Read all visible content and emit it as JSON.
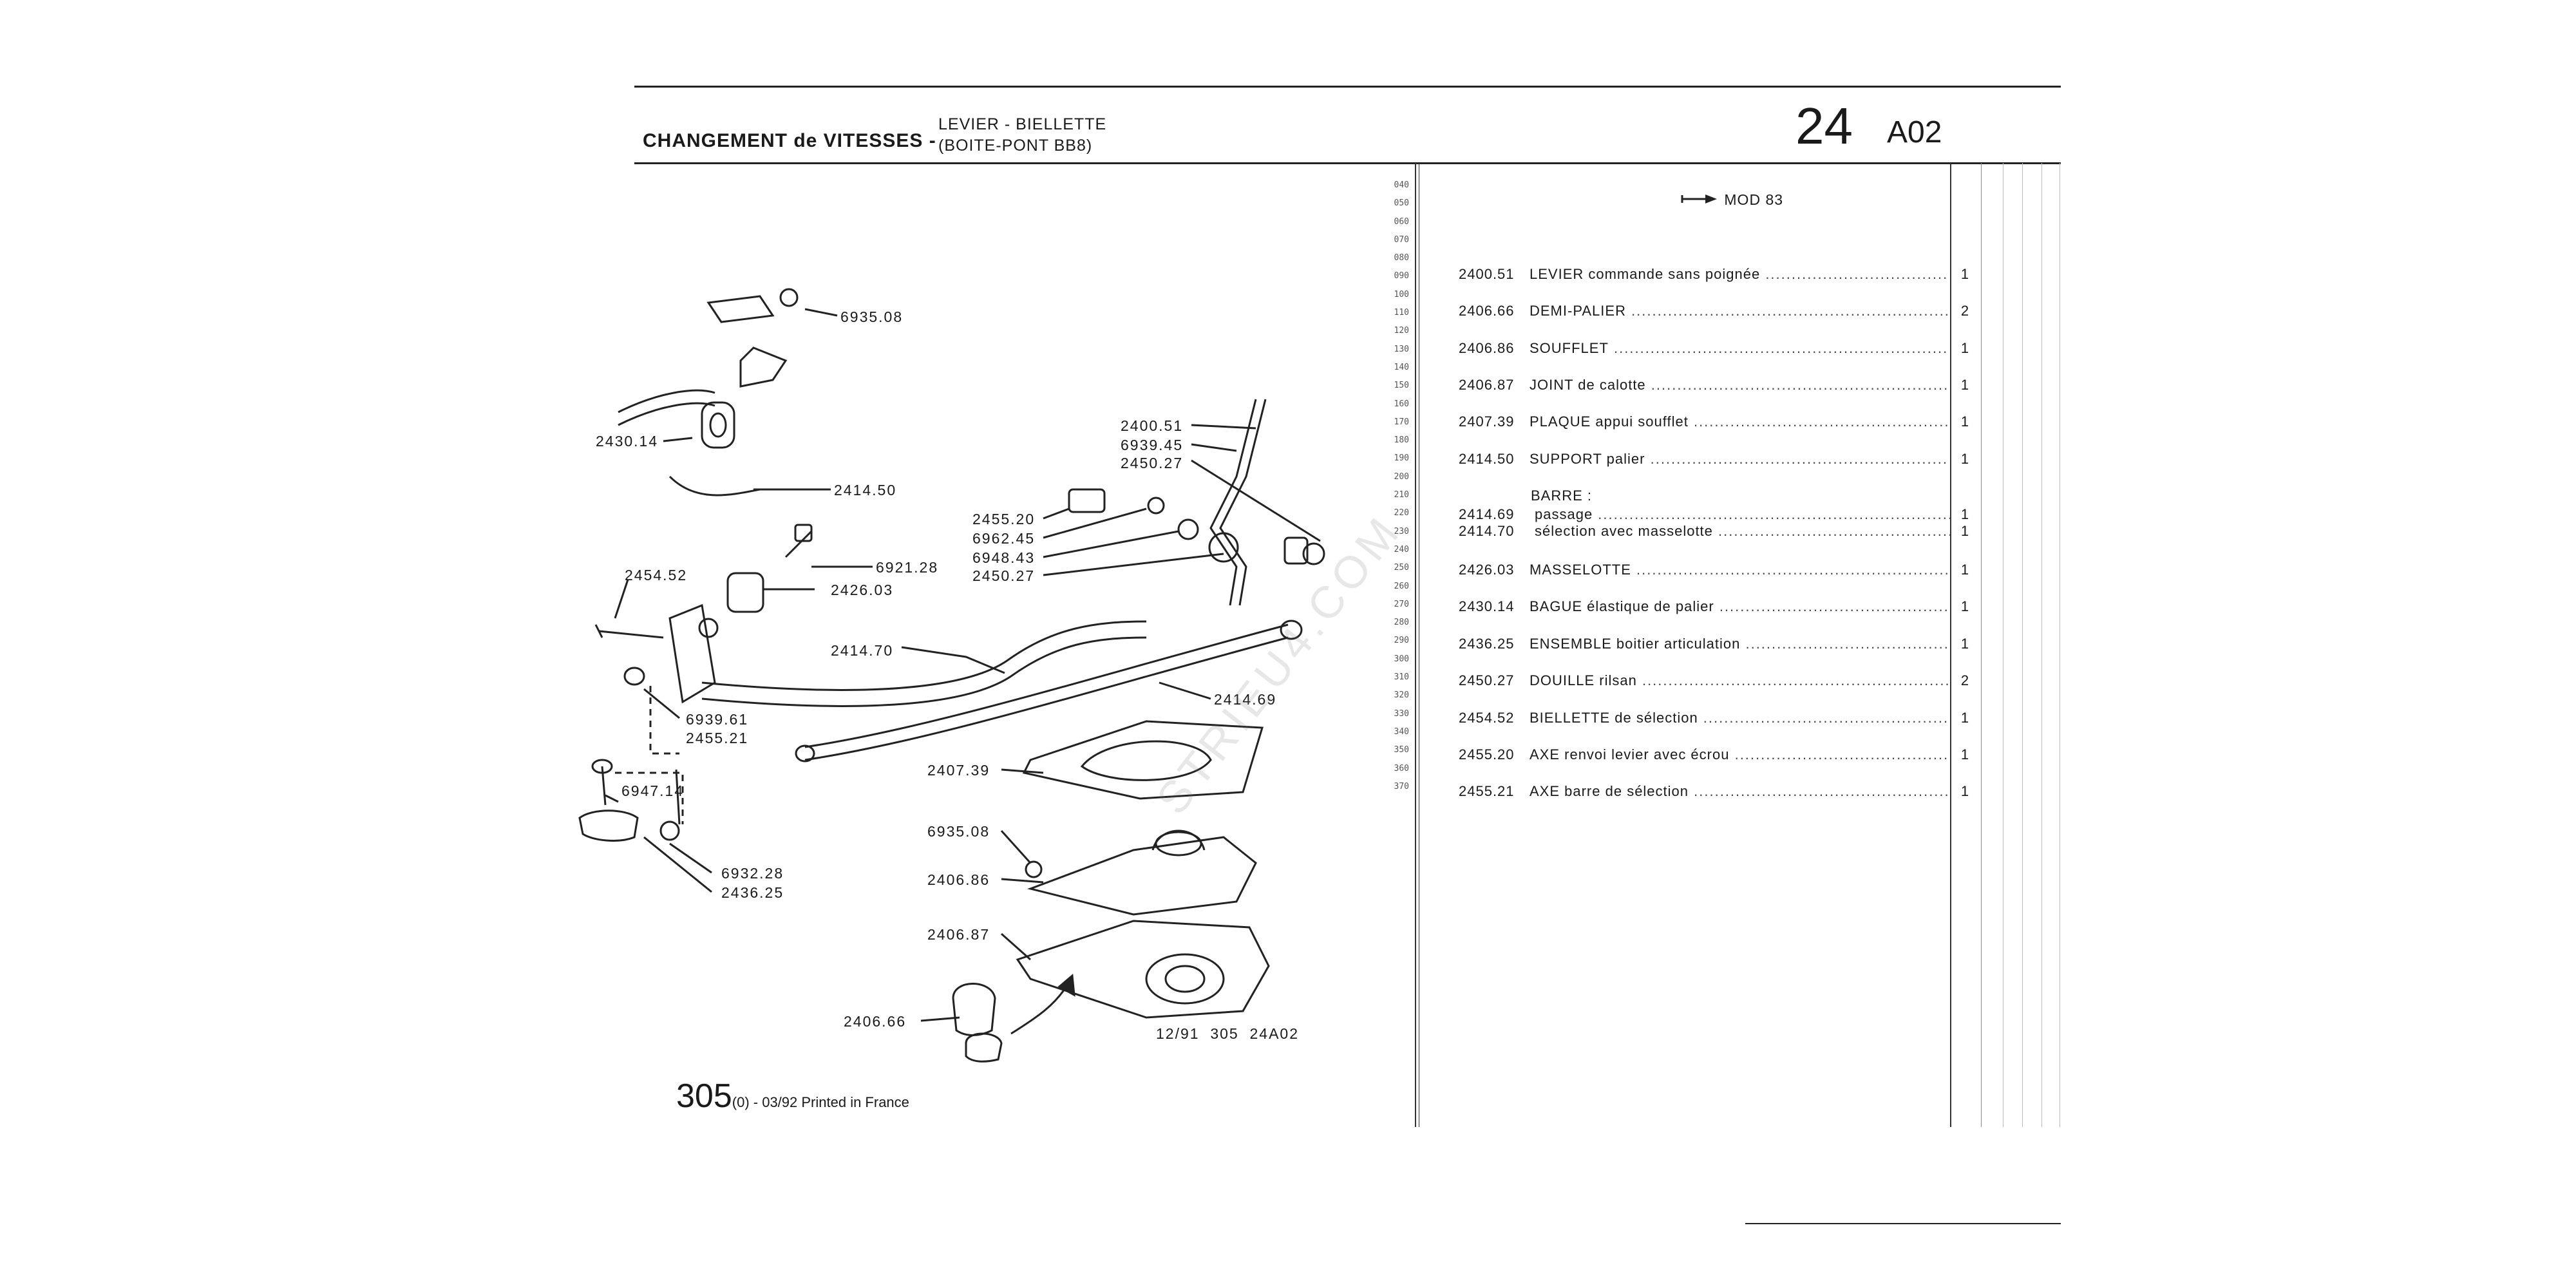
{
  "header": {
    "title_main": "CHANGEMENT de VITESSES -",
    "title_sub_1": "LEVIER - BIELLETTE",
    "title_sub_2": "(BOITE-PONT BB8)",
    "group_number": "24",
    "page_code": "A02"
  },
  "row_numbers": [
    "040",
    "050",
    "060",
    "070",
    "080",
    "090",
    "100",
    "110",
    "120",
    "130",
    "140",
    "150",
    "160",
    "170",
    "180",
    "190",
    "200",
    "210",
    "220",
    "230",
    "240",
    "250",
    "260",
    "270",
    "280",
    "290",
    "300",
    "310",
    "320",
    "330",
    "340",
    "350",
    "360",
    "370"
  ],
  "model_label": "MOD 83",
  "parts": [
    {
      "ref": "2400.51",
      "desc": "LEVIER commande sans poignée",
      "qty": "1"
    },
    {
      "ref": "2406.66",
      "desc": "DEMI-PALIER",
      "qty": "2"
    },
    {
      "ref": "2406.86",
      "desc": "SOUFFLET",
      "qty": "1"
    },
    {
      "ref": "2406.87",
      "desc": "JOINT de calotte",
      "qty": "1"
    },
    {
      "ref": "2407.39",
      "desc": "PLAQUE appui soufflet",
      "qty": "1"
    },
    {
      "ref": "2414.50",
      "desc": "SUPPORT palier",
      "qty": "1"
    },
    {
      "ref": "",
      "desc_plain": "BARRE :",
      "qty": ""
    },
    {
      "ref": "2414.69",
      "desc": "passage",
      "qty": "1"
    },
    {
      "ref": "2414.70",
      "desc": "sélection avec masselotte",
      "qty": "1"
    },
    {
      "ref": "2426.03",
      "desc": "MASSELOTTE",
      "qty": "1"
    },
    {
      "ref": "2430.14",
      "desc": "BAGUE élastique de palier",
      "qty": "1"
    },
    {
      "ref": "2436.25",
      "desc": "ENSEMBLE boitier articulation",
      "qty": "1"
    },
    {
      "ref": "2450.27",
      "desc": "DOUILLE rilsan",
      "qty": "2"
    },
    {
      "ref": "2454.52",
      "desc": "BIELLETTE de sélection",
      "qty": "1"
    },
    {
      "ref": "2455.20",
      "desc": "AXE renvoi levier avec écrou",
      "qty": "1"
    },
    {
      "ref": "2455.21",
      "desc": "AXE barre de sélection",
      "qty": "1"
    }
  ],
  "callouts": {
    "c6935_08_top": "6935.08",
    "c2430_14": "2430.14",
    "c2414_50": "2414.50",
    "c2400_51": "2400.51",
    "c6939_45": "6939.45",
    "c2450_27_top": "2450.27",
    "c2455_20": "2455.20",
    "c6962_45": "6962.45",
    "c6948_43": "6948.43",
    "c2450_27_bot": "2450.27",
    "c6921_28": "6921.28",
    "c2426_03": "2426.03",
    "c2454_52": "2454.52",
    "c2414_70": "2414.70",
    "c2414_69": "2414.69",
    "c6939_61": "6939.61",
    "c2455_21": "2455.21",
    "c6947_14": "6947.14",
    "c6932_28": "6932.28",
    "c2436_25": "2436.25",
    "c2407_39": "2407.39",
    "c6935_08_bot": "6935.08",
    "c2406_86": "2406.86",
    "c2406_87": "2406.87",
    "c2406_66": "2406.66"
  },
  "drawing_ref": "12/91  305  24A02",
  "footer": {
    "model": "305",
    "suffix": "(0) - 03/92 Printed in France"
  },
  "watermark": "STRIEU4.COM"
}
